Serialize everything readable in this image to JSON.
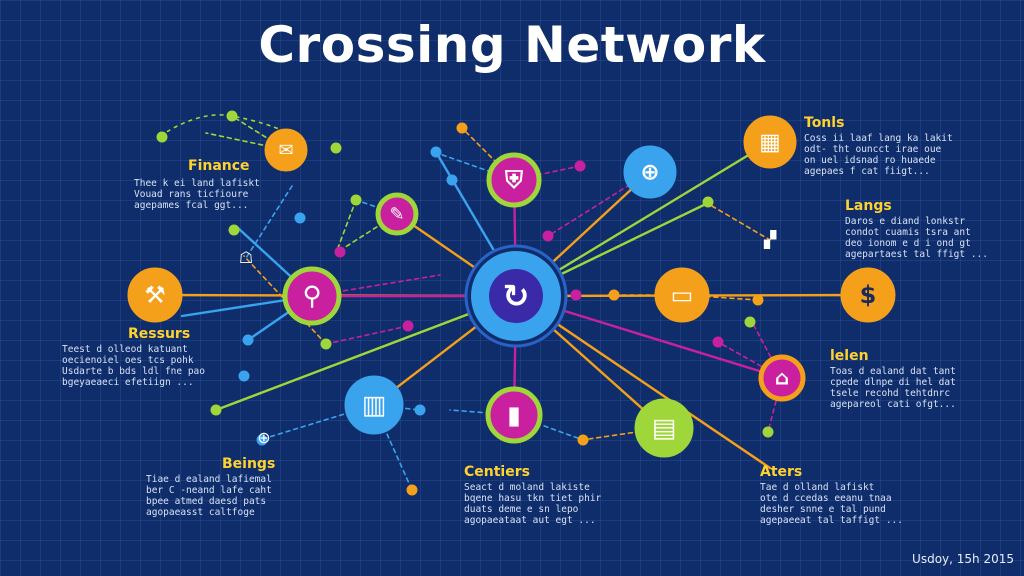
{
  "title": "Crossing Network",
  "date": "Usdoy, 15h 2015",
  "colors": {
    "background": "#0f2d6b",
    "orange": "#f5a01a",
    "green": "#9fd63a",
    "magenta": "#c9209f",
    "blue": "#3aa3ee",
    "yellow_text": "#ffd22e"
  },
  "hub": {
    "icon": "refresh-icon"
  },
  "nodes": [
    {
      "id": "mail",
      "icon": "mail-icon"
    },
    {
      "id": "shield-top",
      "icon": "shield-icon"
    },
    {
      "id": "tools",
      "icon": "tools-icon"
    },
    {
      "id": "globe",
      "icon": "globe-icon"
    },
    {
      "id": "puzzle",
      "icon": "puzzle-icon"
    },
    {
      "id": "wrench",
      "icon": "wrench-icon"
    },
    {
      "id": "search",
      "icon": "search-icon"
    },
    {
      "id": "monitor",
      "icon": "monitor-icon"
    },
    {
      "id": "dollar",
      "icon": "dollar-icon"
    },
    {
      "id": "building",
      "icon": "building-icon"
    },
    {
      "id": "chart",
      "icon": "chart-icon"
    },
    {
      "id": "document",
      "icon": "document-icon"
    },
    {
      "id": "house",
      "icon": "house-icon"
    }
  ],
  "labels": {
    "finance": {
      "title": "Finance",
      "lines": [
        "Thee k ei land lafiskt",
        "Vouad rans ticfioure",
        "agepames fcal ggt..."
      ]
    },
    "tools": {
      "title": "Tonls",
      "lines": [
        "Coss ii laaf lang ka lakit",
        "odt- tht ouncct irae oue",
        "on uel idsnad ro huaede",
        "agepaes f cat fiigt..."
      ]
    },
    "langs": {
      "title": "Langs",
      "lines": [
        "Daros e diand lonkstr",
        "condot cuamis tsra ant",
        "deo ionom e d i ond gt",
        "agepartaest tal ffigt ..."
      ]
    },
    "ressurs": {
      "title": "Ressurs",
      "lines": [
        "Teest d olleod katuant",
        "oecienoiel oes tcs pohk",
        "Usdarte b bds ldl fne pao",
        "bgeyaeaeci efetiign ..."
      ]
    },
    "lelen": {
      "title": "lelen",
      "lines": [
        "Toas d ealand dat tant",
        "cpede dlnpe di hel dat",
        "tsele recohd tehtdnrc",
        "agepareol cati ofgt..."
      ]
    },
    "beings": {
      "title": "Beings",
      "lines": [
        "Tiae d ealand lafiemal",
        "ber C -neand lafe caht",
        "bpee atmed daesd pats",
        "agopaeasst caltfoge"
      ]
    },
    "centiers": {
      "title": "Centiers",
      "lines": [
        "Seact d moland lakiste",
        "bqene hasu tkn tiet phir",
        "duats deme e sn lepo",
        "agopaeataat aut egt ..."
      ]
    },
    "aters": {
      "title": "Aters",
      "lines": [
        "Tae d olland lafiskt",
        "ote d ccedas eeanu tnaa",
        "desher snne e tal pund",
        "agepaeeat tal taffigt ..."
      ]
    }
  }
}
